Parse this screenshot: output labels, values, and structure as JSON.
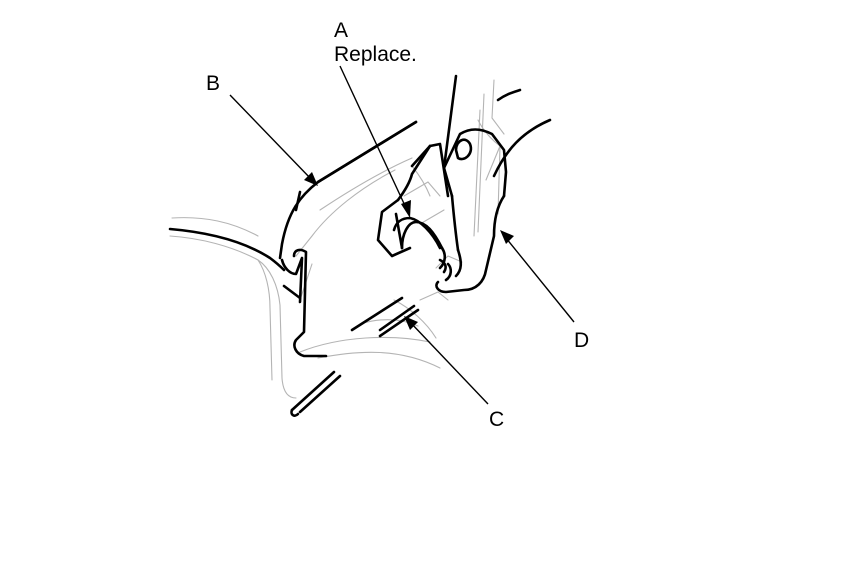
{
  "callouts": {
    "a": {
      "letter": "A",
      "note": "Replace."
    },
    "b": {
      "letter": "B"
    },
    "c": {
      "letter": "C"
    },
    "d": {
      "letter": "D"
    }
  },
  "colors": {
    "outline": "#000000",
    "detail": "#b4b4b4",
    "background": "#ffffff"
  }
}
